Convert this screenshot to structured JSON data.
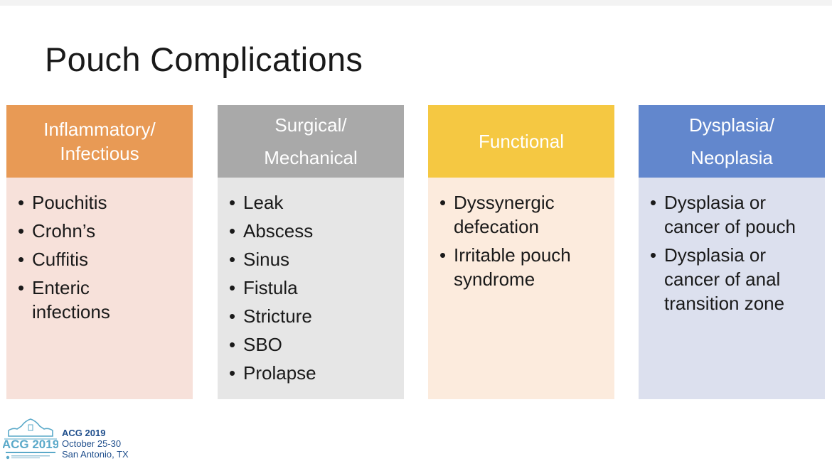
{
  "slide": {
    "title": "Pouch Complications",
    "colors": {
      "inflammatory_header": "#E89A55",
      "inflammatory_body": "#F7E1DA",
      "surgical_header": "#A9A9A9",
      "surgical_body": "#E6E6E6",
      "functional_header": "#F5C842",
      "functional_body": "#FCEBDD",
      "dysplasia_header": "#6287CD",
      "dysplasia_body": "#DCE0EE"
    },
    "columns": [
      {
        "header": "Inflammatory/\nInfectious",
        "items": [
          "Pouchitis",
          "Crohn’s",
          "Cuffitis",
          "Enteric\ninfections"
        ]
      },
      {
        "header": "Surgical/\nMechanical",
        "items": [
          "Leak",
          "Abscess",
          "Sinus",
          "Fistula",
          "Stricture",
          "SBO",
          "Prolapse"
        ]
      },
      {
        "header": "Functional",
        "items": [
          "Dyssynergic\ndefecation",
          "Irritable pouch\nsyndrome"
        ]
      },
      {
        "header": "Dysplasia/\nNeoplasia",
        "items": [
          "Dysplasia or\ncancer of pouch",
          "Dysplasia or\ncancer of anal\ntransition zone"
        ]
      }
    ],
    "bullet": "•"
  },
  "footer": {
    "logo_name": "ACG 2019 logo",
    "logo_text": "ACG 2019",
    "line1": "ACG 2019",
    "line2": "October 25-30",
    "line3": "San Antonio, TX"
  }
}
